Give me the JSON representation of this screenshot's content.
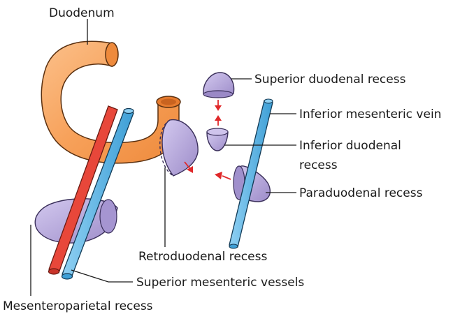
{
  "labels": {
    "duodenum": "Duodenum",
    "superior_duodenal_recess": "Superior duodenal recess",
    "inferior_mesenteric_vein": "Inferior mesenteric vein",
    "inferior_duodenal_recess_line1": "Inferior duodenal",
    "inferior_duodenal_recess_line2": "recess",
    "paraduodenal_recess": "Paraduodenal recess",
    "retroduodenal_recess": "Retroduodenal recess",
    "superior_mesenteric_vessels": "Superior mesenteric vessels",
    "mesenteroparietal_recess": "Mesenteroparietal recess"
  },
  "colors": {
    "duodenum": "#f7a15a",
    "duodenum_outline": "#5a3010",
    "artery": "#e8473a",
    "vein": "#5bb4e5",
    "recess": "#b7a8dd",
    "arrow": "#e0282a"
  }
}
